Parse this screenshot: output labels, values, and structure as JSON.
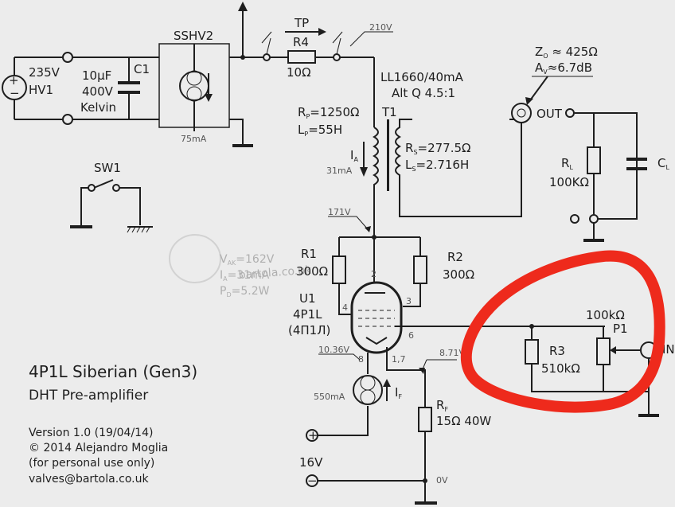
{
  "title": "4P1L Siberian (Gen3)",
  "subtitle": "DHT Pre-amplifier",
  "version": "Version 1.0 (19/04/14)",
  "copyright": "© 2014 Alejandro Moglia",
  "personal_use": "(for personal use only)",
  "email": "valves@bartola.co.uk",
  "watermark": {
    "line1": "bartola.co.uk",
    "v_ak": "V",
    "v_ak_sub": "AK",
    "v_ak_val": "=162V",
    "i_a": "I",
    "i_a_sub": "A",
    "i_a_val": "=31mA",
    "p_d": "P",
    "p_d_sub": "D",
    "p_d_val": "=5.2W"
  },
  "hv1": {
    "voltage": "235V",
    "name": "HV1"
  },
  "c1": {
    "name": "C1",
    "value": "10µF",
    "voltage": "400V",
    "brand": "Kelvin"
  },
  "sshv2": {
    "name": "SSHV2",
    "current": "75mA"
  },
  "r4": {
    "name": "R4",
    "value": "10Ω"
  },
  "tp": "TP",
  "v210": "210V",
  "t1": {
    "name": "T1",
    "model": "LL1660/40mA",
    "alt": "Alt Q 4.5:1",
    "rp": "R",
    "rp_sub": "P",
    "rp_val": "=1250Ω",
    "lp": "L",
    "lp_sub": "P",
    "lp_val": "=55H",
    "rs": "R",
    "rs_sub": "S",
    "rs_val": "=277.5Ω",
    "ls": "L",
    "ls_sub": "S",
    "ls_val": "=2.716H"
  },
  "ia_label": "I",
  "ia_sub": "A",
  "ia_value": "31mA",
  "out": {
    "label": "OUT",
    "zo": "Z",
    "zo_sub": "O",
    "zo_val": " ≈ 425Ω",
    "av": "A",
    "av_sub": "V",
    "av_val": "≈6.7dB"
  },
  "rl": {
    "name": "R",
    "sub": "L",
    "value": "100KΩ"
  },
  "cl": {
    "name": "C",
    "sub": "L"
  },
  "sw1": "SW1",
  "v171": "171V",
  "r1": {
    "name": "R1",
    "value": "300Ω"
  },
  "r2": {
    "name": "R2",
    "value": "300Ω"
  },
  "u1": {
    "name": "U1",
    "tube": "4P1L",
    "alt": "(4П1Л)"
  },
  "pins": {
    "p2": "2",
    "p3": "3",
    "p4": "4",
    "p6": "6",
    "p8": "8",
    "p17": "1,7"
  },
  "v1036": "10.36V",
  "v871": "8.71V",
  "filament": {
    "current": "550mA",
    "label": "I",
    "sub": "F"
  },
  "rf": {
    "name": "R",
    "sub": "F",
    "value": "15Ω 40W"
  },
  "r3": {
    "name": "R3",
    "value": "510kΩ"
  },
  "p1": {
    "name": "P1",
    "value": "100kΩ"
  },
  "in_label": "IN",
  "supply": {
    "voltage": "16V",
    "zero": "0V",
    "plus": "+",
    "minus": "−"
  }
}
